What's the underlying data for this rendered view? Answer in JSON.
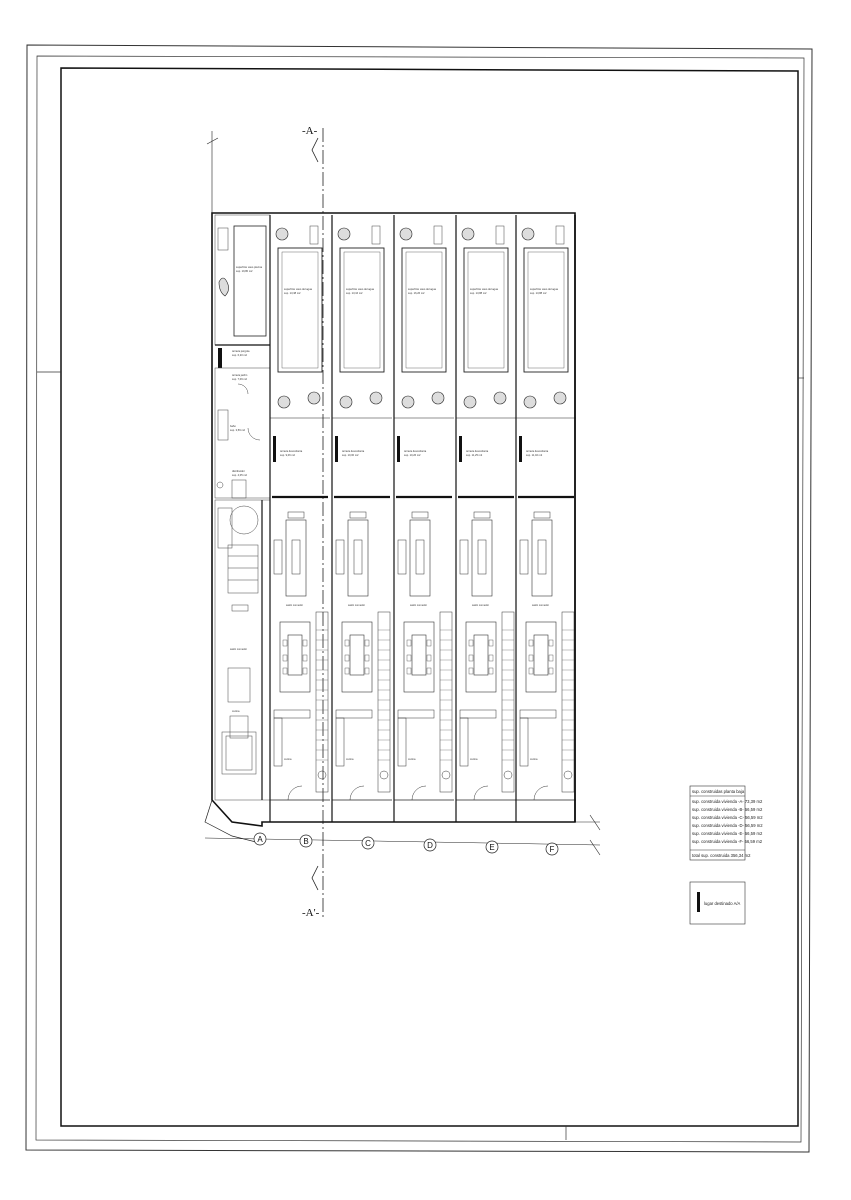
{
  "section_marks": {
    "top": "-A-",
    "bottom": "-A'-"
  },
  "axes": [
    "A",
    "B",
    "C",
    "D",
    "E",
    "F"
  ],
  "units": [
    {
      "id": "A",
      "pool_label": "superficie vaso piscina",
      "pool_area": "sup. 19,80 m2",
      "garden_label": "terraza jardín",
      "garden_area": "sup. 7,09 m2",
      "living_label": "salón comedor",
      "kitchen_label": "cocina"
    },
    {
      "id": "B",
      "pool_label": "superficie vaso del agua",
      "pool_area": "sup. 13,38 m2",
      "garden_label": "terraza descubierta",
      "garden_area": "sup. 9,06 m2",
      "living_label": "salón comedor",
      "kitchen_label": "cocina"
    },
    {
      "id": "C",
      "pool_label": "superficie vaso del agua",
      "pool_area": "sup. 13,16 m2",
      "garden_label": "terraza descubierta",
      "garden_area": "sup. 10,00 m2",
      "living_label": "salón comedor",
      "kitchen_label": "cocina"
    },
    {
      "id": "D",
      "pool_label": "superficie vaso del agua",
      "pool_area": "sup. 16,26 m2",
      "garden_label": "terraza descubierta",
      "garden_area": "sup. 10,26 m2",
      "living_label": "salón comedor",
      "kitchen_label": "cocina"
    },
    {
      "id": "E",
      "pool_label": "superficie vaso del agua",
      "pool_area": "sup. 13,88 m2",
      "garden_label": "terraza descubierta",
      "garden_area": "sup. 11,25 m2",
      "living_label": "salón comedor",
      "kitchen_label": "cocina"
    },
    {
      "id": "F",
      "pool_label": "superficie vaso del agua",
      "pool_area": "sup. 13,88 m2",
      "garden_label": "terraza descubierta",
      "garden_area": "sup. 11,02 m2",
      "living_label": "salón comedor",
      "kitchen_label": "cocina"
    }
  ],
  "unit_a_extra": {
    "hall_label": "terraza pérgola",
    "hall_area": "sup. 6,20 m2",
    "bath_label": "baño",
    "bath_area": "sup. 3,59 m2",
    "distrib_label": "distribuidor",
    "distrib_area": "sup. 4,05 m2"
  },
  "areas_table": {
    "header": "sup. construidas planta baja",
    "rows": [
      "sup. construida vivienda -A-  73,39 m2",
      "sup. construida vivienda -B-  56,59 m2",
      "sup. construida vivienda -C-  56,59 m2",
      "sup. construida vivienda -D-  56,59 m2",
      "sup. construida vivienda -E-  56,59 m2",
      "sup. construida vivienda -F-  56,59 m2"
    ],
    "total": "total sup. construida          356,34 m2"
  },
  "legend": {
    "label": "lugar destinado A/A"
  }
}
